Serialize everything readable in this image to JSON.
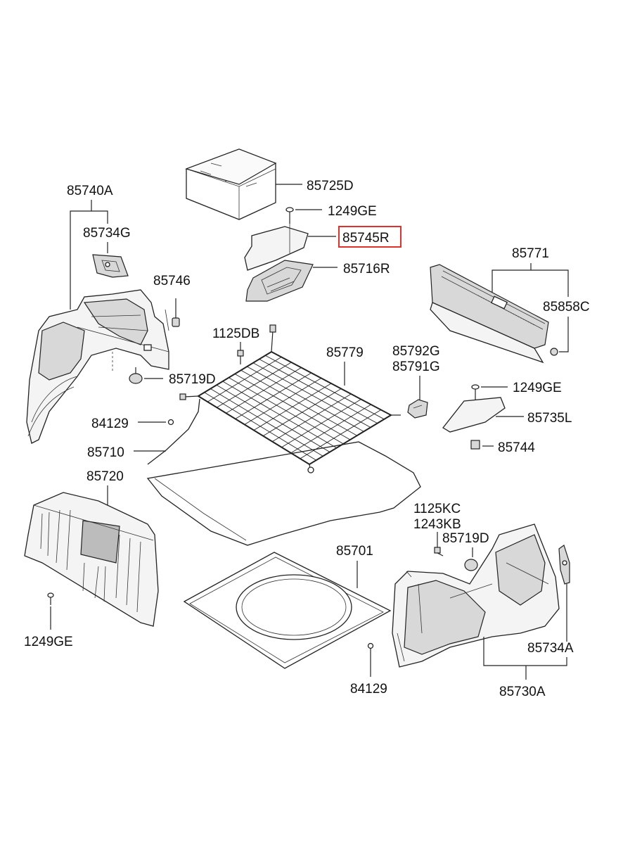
{
  "diagram": {
    "highlight_color": "#e0302a",
    "labels": {
      "p85725D": "85725D",
      "p1249GE_top": "1249GE",
      "p85745R": "85745R",
      "p85716R": "85716R",
      "p85740A": "85740A",
      "p85734G": "85734G",
      "p85746": "85746",
      "p1125DB": "1125DB",
      "p85779": "85779",
      "p85792G": "85792G",
      "p85791G": "85791G",
      "p85771": "85771",
      "p85858C": "85858C",
      "p85719D_left": "85719D",
      "p1249GE_right": "1249GE",
      "p84129_left": "84129",
      "p85735L": "85735L",
      "p85710": "85710",
      "p85744": "85744",
      "p85720": "85720",
      "p1125KC": "1125KC",
      "p1243KB": "1243KB",
      "p85719D_right": "85719D",
      "p85701": "85701",
      "p1249GE_bottom": "1249GE",
      "p85734A": "85734A",
      "p84129_bottom": "84129",
      "p85730A": "85730A"
    }
  }
}
